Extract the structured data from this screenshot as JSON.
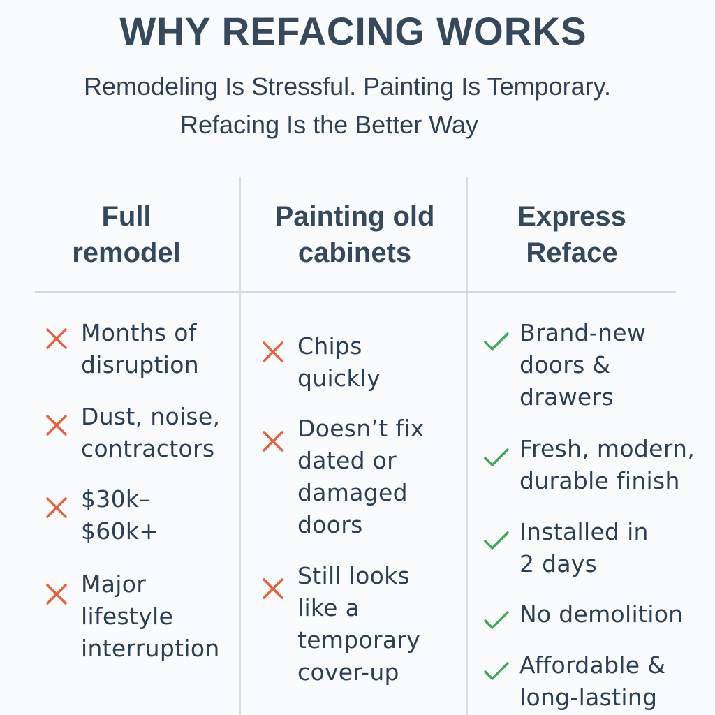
{
  "title": "WHY REFACING WORKS",
  "subtitle": {
    "line1": "Remodeling Is Stressful. Painting Is Temporary.",
    "line2": "Refacing Is the Better Way"
  },
  "colors": {
    "text": "#2a3f58",
    "heading": "#34495e",
    "negative": "#e8603c",
    "positive": "#3fa85c",
    "divider": "#d7dde5",
    "background": "#fafbfc"
  },
  "columns": [
    {
      "header": "Full\nremodel",
      "header_lines": [
        "Full",
        "remodel"
      ],
      "icon": "x-mark-icon",
      "items": [
        {
          "lines": [
            "Months of",
            "disruption"
          ]
        },
        {
          "lines": [
            "Dust, noise,",
            "contractors"
          ]
        },
        {
          "lines": [
            "$30k–",
            "$60k+"
          ]
        },
        {
          "lines": [
            "Major",
            "lifestyle",
            "interruption"
          ]
        }
      ]
    },
    {
      "header_lines": [
        "Painting old",
        "cabinets"
      ],
      "icon": "x-mark-icon",
      "items": [
        {
          "lines": [
            "Chips",
            "quickly"
          ]
        },
        {
          "lines": [
            "Doesn’t fix",
            "dated or",
            "damaged",
            "doors"
          ]
        },
        {
          "lines": [
            "Still looks",
            "like a",
            "temporary",
            "cover-up"
          ]
        }
      ]
    },
    {
      "header_lines": [
        "Express",
        "Reface"
      ],
      "icon": "check-mark-icon",
      "items": [
        {
          "lines": [
            "Brand-new",
            "doors &",
            "drawers"
          ]
        },
        {
          "lines": [
            "Fresh, modern,",
            "durable finish"
          ]
        },
        {
          "lines": [
            "Installed in",
            "2 days"
          ]
        },
        {
          "lines": [
            "No demolition"
          ]
        },
        {
          "lines": [
            "Affordable &",
            "long-lasting"
          ]
        }
      ]
    }
  ]
}
